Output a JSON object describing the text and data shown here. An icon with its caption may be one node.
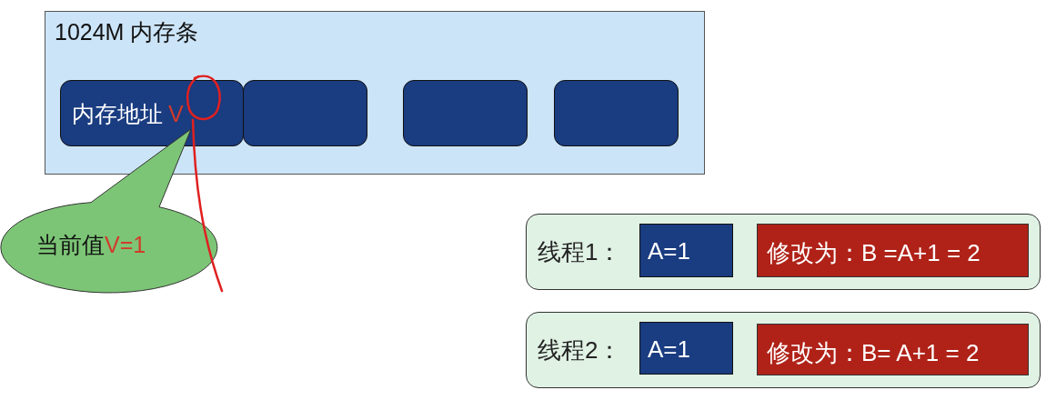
{
  "diagram": {
    "nodes": [
      {
        "text": [
          "1024M 内存条"
        ]
      },
      {
        "text": [
          "内存地址",
          "V"
        ],
        "in": 0
      },
      {
        "text": [],
        "shape": "box",
        "in": 0
      },
      {
        "text": [],
        "shape": "box",
        "in": 0
      },
      {
        "text": [],
        "shape": "box",
        "in": 0
      },
      {
        "text": [
          "当前值",
          "V=1"
        ]
      },
      {
        "text": [
          "线程1："
        ]
      },
      {
        "text": [
          "A=1"
        ],
        "in": 6
      },
      {
        "text": [
          "修改为：B =A+1 = 2"
        ],
        "in": 6
      },
      {
        "text": [
          "线程2："
        ]
      },
      {
        "text": [
          "A=1"
        ],
        "in": 9
      },
      {
        "text": [
          "修改为：B= A+1 = 2"
        ],
        "in": 9
      }
    ]
  }
}
